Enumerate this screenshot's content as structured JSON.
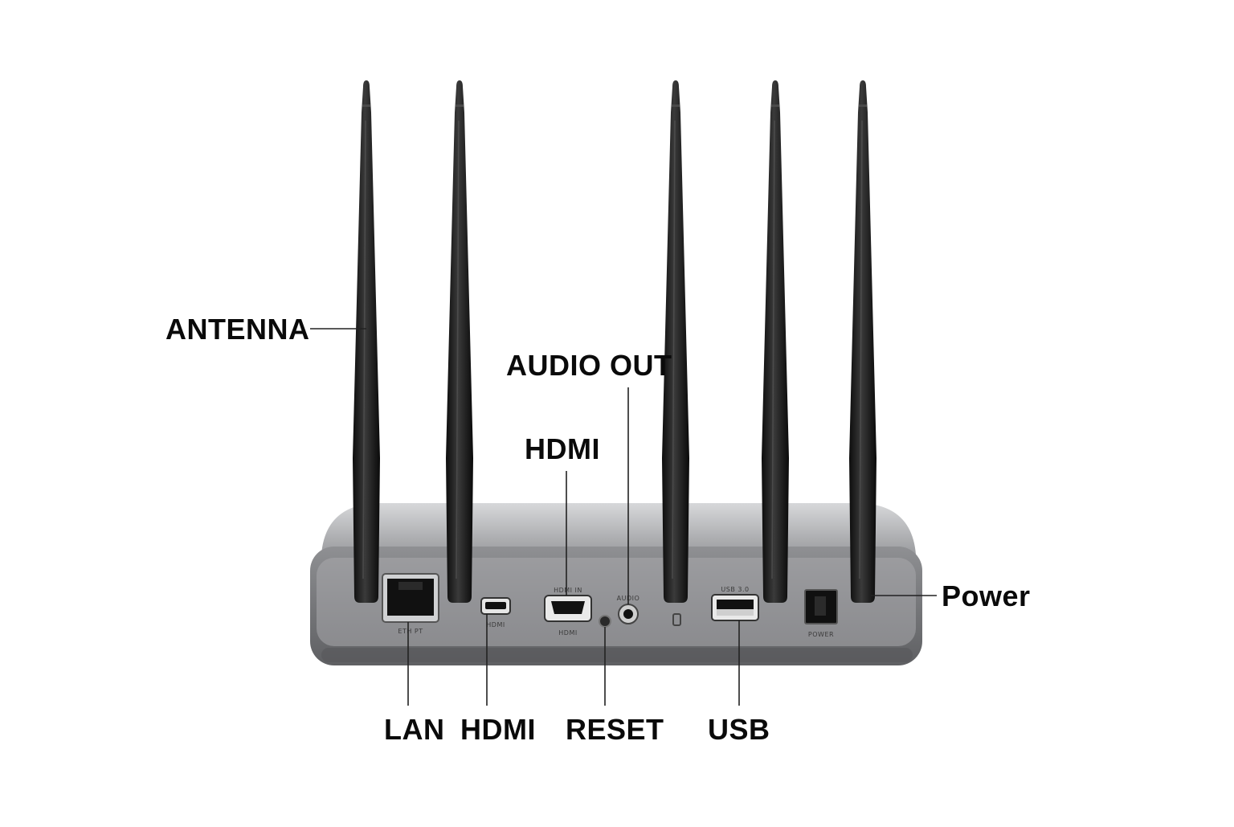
{
  "title": "",
  "colors": {
    "background": "#ffffff",
    "chassis_light": "#b9babd",
    "chassis_dark": "#6f7073",
    "antenna": "#1c1c1c",
    "leader_line": "#222222",
    "label_text": "#0a0a0a"
  },
  "labels": {
    "antenna": "ANTENNA",
    "audio_out": "AUDIO OUT",
    "hdmi_top": "HDMI",
    "power": "Power",
    "lan": "LAN",
    "hdmi_bottom": "HDMI",
    "reset": "RESET",
    "usb": "USB"
  },
  "port_markings": {
    "lan": "ETH PT",
    "micro_hdmi": "HDMI",
    "hdmi": "HDMI",
    "hdmi_upper": "HDMI IN",
    "audio": "AUDIO",
    "usb": "USB 3.0",
    "power": "POWER"
  },
  "device": {
    "type": "router",
    "antenna_count": 5
  }
}
